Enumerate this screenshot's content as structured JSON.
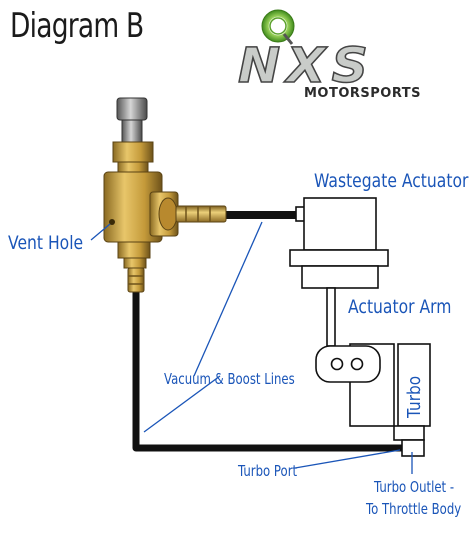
{
  "diagram": {
    "title": "Diagram B",
    "logo": {
      "brand": "NXS",
      "sub": "MOTORSPORTS"
    },
    "labels": {
      "wastegate_actuator": "Wastegate Actuator",
      "vent_hole": "Vent Hole",
      "actuator_arm": "Actuator Arm",
      "vacuum_boost_lines": "Vacuum & Boost Lines",
      "turbo": "Turbo",
      "turbo_port": "Turbo Port",
      "turbo_outlet_line1": "Turbo Outlet -",
      "turbo_outlet_line2": "To Throttle Body"
    },
    "colors": {
      "label_blue": "#1a55b8",
      "brass": "#c9a243",
      "hose": "#111111",
      "logo_green": "#7cc242"
    }
  }
}
